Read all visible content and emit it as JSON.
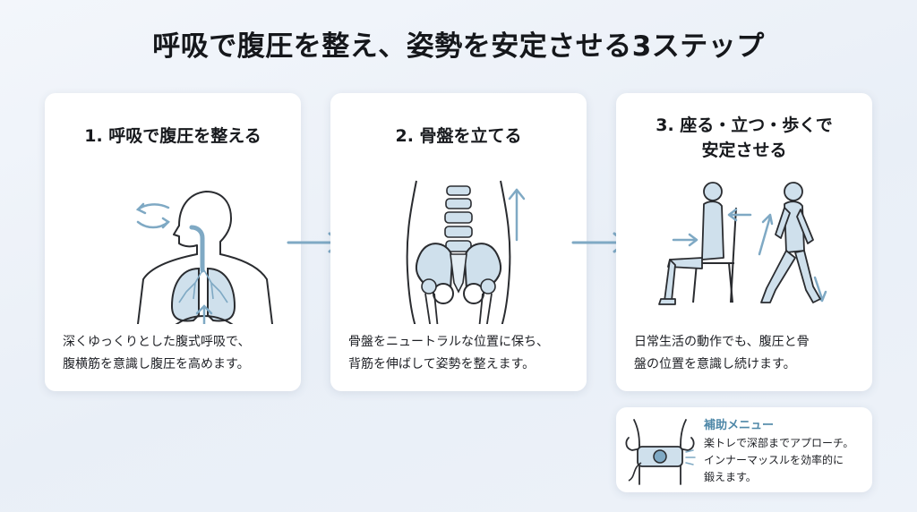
{
  "title": "呼吸で腹圧を整え、姿勢を安定させる3ステップ",
  "steps": [
    {
      "title": "1. 呼吸で腹圧を整える",
      "description": "深くゆっくりとした腹式呼吸で、\n腹横筋を意識し腹圧を高めます。",
      "icon": "breathing-lungs-icon"
    },
    {
      "title": "2. 骨盤を立てる",
      "description": "骨盤をニュートラルな位置に保ち、\n背筋を伸ばして姿勢を整えます。",
      "icon": "pelvis-spine-icon"
    },
    {
      "title": "3. 座る・立つ・歩くで\n安定させる",
      "description": "日常生活の動作でも、腹圧と骨\n盤の位置を意識し続けます。",
      "icon": "sitting-walking-icon"
    }
  ],
  "supplement": {
    "title": "補助メニュー",
    "description": "楽トレで深部までアプローチ。\nインナーマッスルを効率的に\n鍛えます。",
    "icon": "ems-belt-icon"
  },
  "colors": {
    "accent": "#7fa9c4",
    "accent_light": "#cfe0ec",
    "line": "#2a2c30",
    "background": "#eef2f8"
  }
}
